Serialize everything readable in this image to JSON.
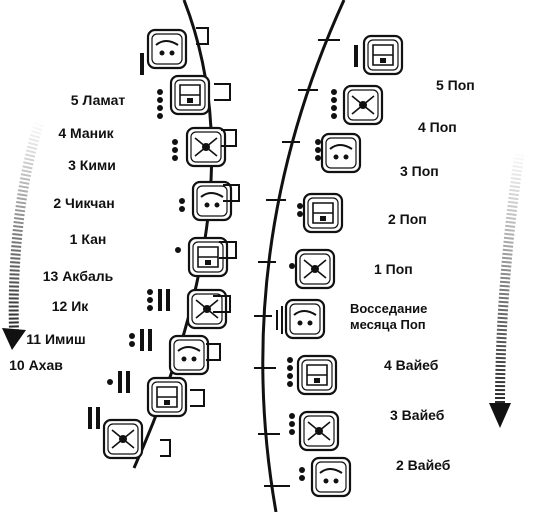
{
  "tzolkin": [
    {
      "label": "5 Ламат",
      "number": 5
    },
    {
      "label": "4 Маник",
      "number": 4
    },
    {
      "label": "3 Кими",
      "number": 3
    },
    {
      "label": "2 Чикчан",
      "number": 2
    },
    {
      "label": "1 Кан",
      "number": 1
    },
    {
      "label": "13 Акбаль",
      "number": 13
    },
    {
      "label": "12 Ик",
      "number": 12
    },
    {
      "label": "11 Имиш",
      "number": 11
    },
    {
      "label": "10 Ахав",
      "number": 10
    }
  ],
  "haab": [
    {
      "label": "5 Поп",
      "number": 5
    },
    {
      "label": "4 Поп",
      "number": 4
    },
    {
      "label": "3 Поп",
      "number": 3
    },
    {
      "label": "2 Поп",
      "number": 2
    },
    {
      "label": "1 Поп",
      "number": 1
    },
    {
      "label": "Восседание",
      "label2": "месяца Поп",
      "number": 0
    },
    {
      "label": "4 Вайеб",
      "number": 4
    },
    {
      "label": "3 Вайеб",
      "number": 3
    },
    {
      "label": "2 Вайеб",
      "number": 2
    }
  ],
  "colors": {
    "ink": "#111111",
    "paper": "#ffffff"
  }
}
